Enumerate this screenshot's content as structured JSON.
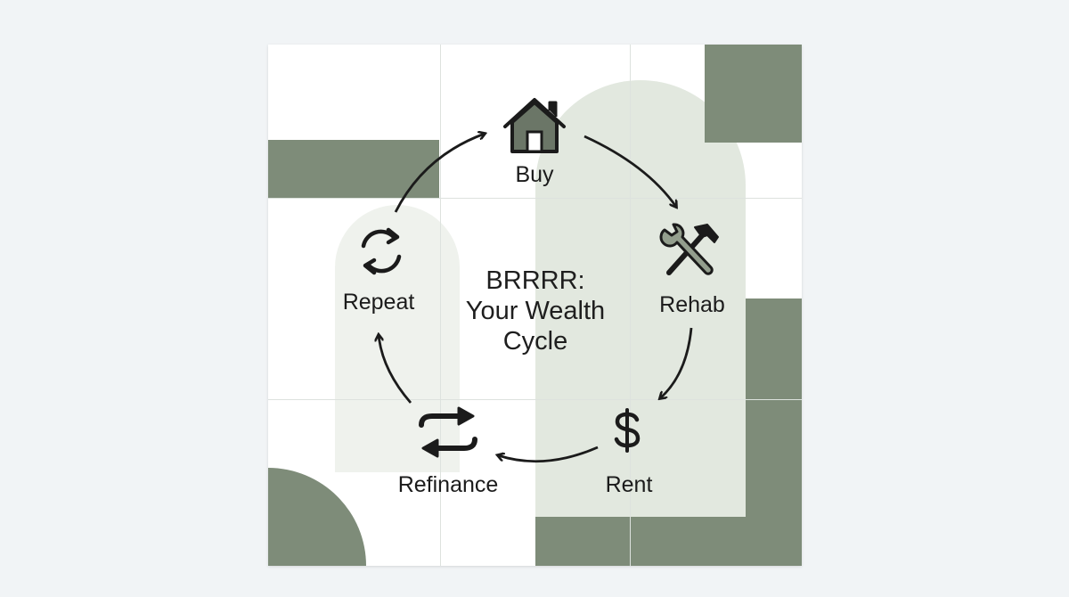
{
  "diagram": {
    "title": [
      "BRRRR:",
      "Your Wealth",
      "Cycle"
    ],
    "steps": [
      {
        "label": "Buy",
        "icon": "house-icon"
      },
      {
        "label": "Rehab",
        "icon": "wrench-hammer-icon"
      },
      {
        "label": "Rent",
        "icon": "dollar-sign-icon"
      },
      {
        "label": "Refinance",
        "icon": "swap-arrows-icon"
      },
      {
        "label": "Repeat",
        "icon": "cycle-arrows-icon"
      }
    ]
  },
  "colors": {
    "background": "#f1f4f6",
    "card": "#ffffff",
    "accent_dark": "#7e8c79",
    "accent_light": "#e2e8df",
    "wrench_fill": "#939e8d",
    "ink": "#1b1b1b"
  }
}
